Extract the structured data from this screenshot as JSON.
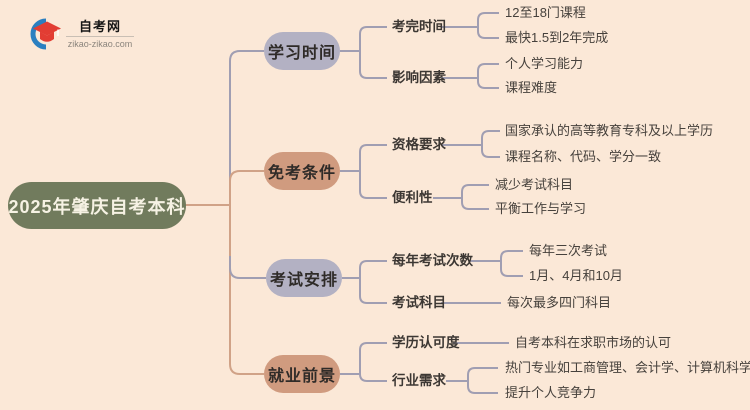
{
  "logo": {
    "title": "自考网",
    "domain": "zikao-zikao.com"
  },
  "root": {
    "label": "2025年肇庆自考本科"
  },
  "branches": [
    {
      "label": "学习时间",
      "children": [
        {
          "label": "考完时间",
          "leaves": [
            "12至18门课程",
            "最快1.5到2年完成"
          ]
        },
        {
          "label": "影响因素",
          "leaves": [
            "个人学习能力",
            "课程难度"
          ]
        }
      ]
    },
    {
      "label": "免考条件",
      "children": [
        {
          "label": "资格要求",
          "leaves": [
            "国家承认的高等教育专科及以上学历",
            "课程名称、代码、学分一致"
          ]
        },
        {
          "label": "便利性",
          "leaves": [
            "减少考试科目",
            "平衡工作与学习"
          ]
        }
      ]
    },
    {
      "label": "考试安排",
      "children": [
        {
          "label": "每年考试次数",
          "leaves": [
            "每年三次考试",
            "1月、4月和10月"
          ]
        },
        {
          "label": "考试科目",
          "leaves": [
            "每次最多四门科目"
          ]
        }
      ]
    },
    {
      "label": "就业前景",
      "children": [
        {
          "label": "学历认可度",
          "leaves": [
            "自考本科在求职市场的认可"
          ]
        },
        {
          "label": "行业需求",
          "leaves": [
            "热门专业如工商管理、会计学、计算机科学",
            "提升个人竞争力"
          ]
        }
      ]
    }
  ],
  "colors": {
    "background": "#fbe8d7",
    "root_fill": "#717b5d",
    "purple_fill": "#b3b1c3",
    "salmon_fill": "#d09b7f",
    "line_gray": "#a09eb2",
    "line_salmon": "#d0a287",
    "logo_red": "#e23d33",
    "logo_blue": "#2b7fc0"
  }
}
